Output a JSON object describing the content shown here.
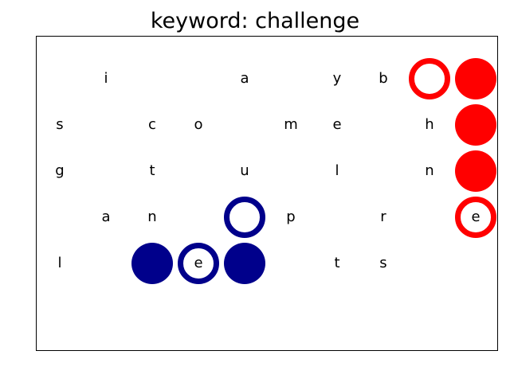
{
  "title": "keyword: challenge",
  "colors": {
    "blue": "#00008b",
    "red": "#ff0000"
  },
  "board": {
    "columns": 10,
    "rows": 6,
    "cells": [
      {
        "row": 0,
        "col": 1,
        "letter": "i"
      },
      {
        "row": 0,
        "col": 4,
        "letter": "a"
      },
      {
        "row": 0,
        "col": 6,
        "letter": "y"
      },
      {
        "row": 0,
        "col": 7,
        "letter": "b"
      },
      {
        "row": 0,
        "col": 8,
        "letter": "",
        "marker": "ring",
        "color": "red"
      },
      {
        "row": 0,
        "col": 9,
        "letter": "",
        "marker": "filled",
        "color": "red"
      },
      {
        "row": 1,
        "col": 0,
        "letter": "s"
      },
      {
        "row": 1,
        "col": 2,
        "letter": "c"
      },
      {
        "row": 1,
        "col": 3,
        "letter": "o"
      },
      {
        "row": 1,
        "col": 5,
        "letter": "m"
      },
      {
        "row": 1,
        "col": 6,
        "letter": "e"
      },
      {
        "row": 1,
        "col": 8,
        "letter": "h"
      },
      {
        "row": 1,
        "col": 9,
        "letter": "",
        "marker": "filled",
        "color": "red"
      },
      {
        "row": 2,
        "col": 0,
        "letter": "g"
      },
      {
        "row": 2,
        "col": 2,
        "letter": "t"
      },
      {
        "row": 2,
        "col": 4,
        "letter": "u"
      },
      {
        "row": 2,
        "col": 6,
        "letter": "l"
      },
      {
        "row": 2,
        "col": 8,
        "letter": "n"
      },
      {
        "row": 2,
        "col": 9,
        "letter": "",
        "marker": "filled",
        "color": "red"
      },
      {
        "row": 3,
        "col": 1,
        "letter": "a"
      },
      {
        "row": 3,
        "col": 2,
        "letter": "n"
      },
      {
        "row": 3,
        "col": 4,
        "letter": "",
        "marker": "ring",
        "color": "blue"
      },
      {
        "row": 3,
        "col": 5,
        "letter": "p"
      },
      {
        "row": 3,
        "col": 7,
        "letter": "r"
      },
      {
        "row": 3,
        "col": 9,
        "letter": "e",
        "marker": "ring",
        "color": "red"
      },
      {
        "row": 4,
        "col": 0,
        "letter": "l"
      },
      {
        "row": 4,
        "col": 2,
        "letter": "",
        "marker": "filled",
        "color": "blue"
      },
      {
        "row": 4,
        "col": 3,
        "letter": "e",
        "marker": "ring",
        "color": "blue"
      },
      {
        "row": 4,
        "col": 4,
        "letter": "",
        "marker": "filled",
        "color": "blue"
      },
      {
        "row": 4,
        "col": 6,
        "letter": "t"
      },
      {
        "row": 4,
        "col": 7,
        "letter": "s"
      }
    ]
  }
}
